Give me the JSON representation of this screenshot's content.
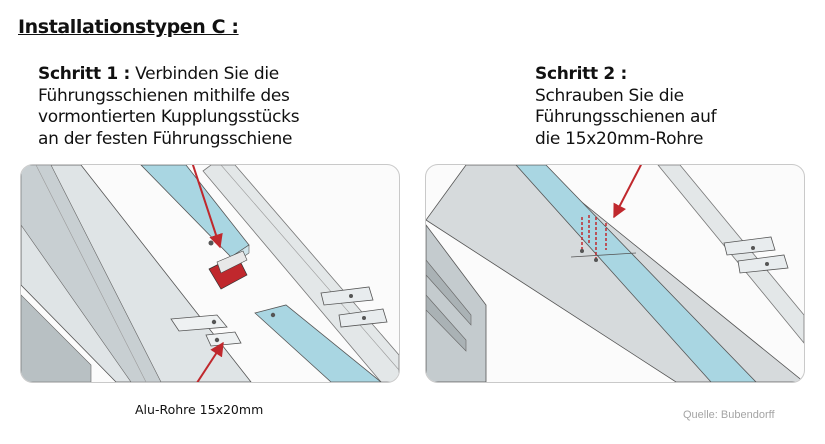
{
  "heading": "Installationstypen C :",
  "step1": {
    "label": "Schritt 1 :",
    "line1": "Verbinden Sie die",
    "line2": "Führungsschienen mithilfe des",
    "line3": "vormontierten Kupplungsstücks",
    "line4": "an der festen Führungsschiene"
  },
  "step2": {
    "label": "Schritt 2 :",
    "line1": "Schrauben Sie die",
    "line2": "Führungsschienen auf",
    "line3": "die 15x20mm-Rohre"
  },
  "caption": "Alu-Rohre 15x20mm",
  "source": "Quelle: Bubendorff",
  "colors": {
    "rail": "#c9d9dc",
    "rail_blue": "#a9d6e2",
    "arrow": "#c0282d",
    "outline": "#555555"
  }
}
